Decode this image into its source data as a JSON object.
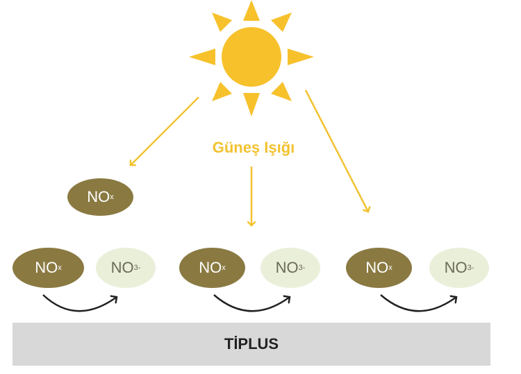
{
  "sun": {
    "label": "Güneş Işığı",
    "color": "#f2c230"
  },
  "floating_molecule": {
    "main": "NO",
    "sub": "x"
  },
  "groups": [
    {
      "nox": {
        "main": "NO",
        "sub": "x"
      },
      "no3": {
        "main": "NO",
        "sub": "3",
        "sup": "-"
      }
    },
    {
      "nox": {
        "main": "NO",
        "sub": "x"
      },
      "no3": {
        "main": "NO",
        "sub": "3",
        "sup": "-"
      }
    },
    {
      "nox": {
        "main": "NO",
        "sub": "x"
      },
      "no3": {
        "main": "NO",
        "sub": "3",
        "sup": "-"
      }
    }
  ],
  "surface": {
    "label": "TİPLUS"
  },
  "colors": {
    "nox": "#8a7a42",
    "no3": "#e9efd9",
    "surface": "#d8d8d8",
    "arrow": "#222222"
  }
}
